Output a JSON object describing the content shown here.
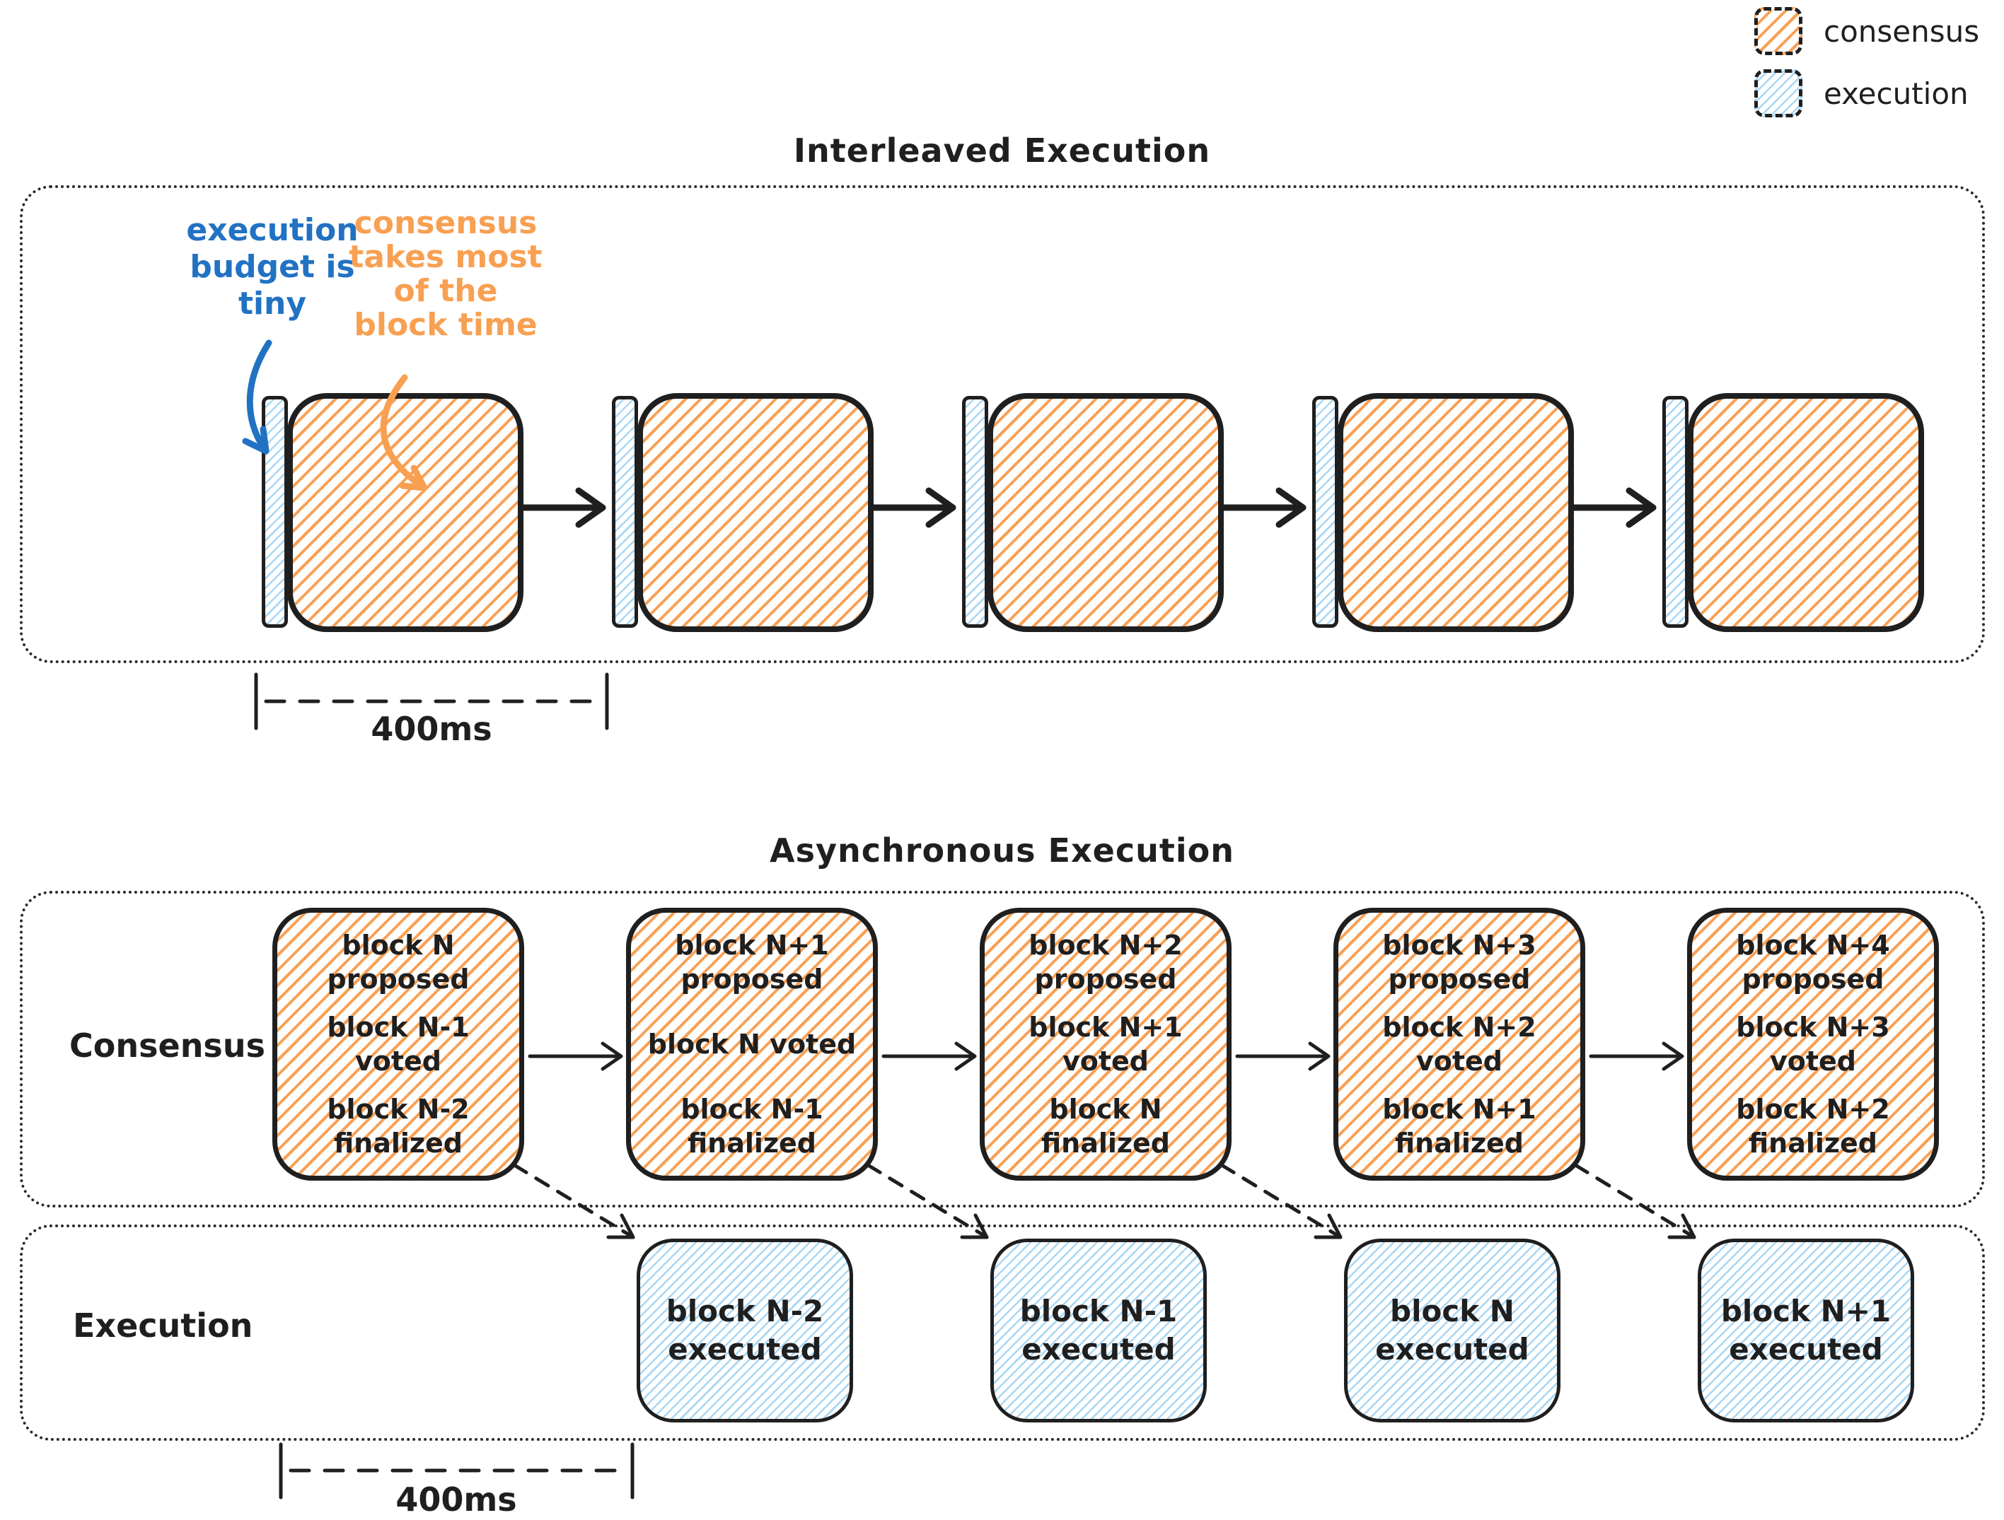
{
  "legend": {
    "consensus_label": "consensus",
    "execution_label": "execution"
  },
  "colors": {
    "ink": "#1f1f1f",
    "consensus_orange": "#f8a055",
    "execution_blue": "#a9d7f5",
    "annotation_blue": "#2272c3",
    "annotation_orange": "#f8a052"
  },
  "interleaved": {
    "title": "Interleaved Execution",
    "execution_note": "execution\nbudget is\ntiny",
    "consensus_note": "consensus\ntakes most\nof the\nblock time",
    "ruler_label": "400ms"
  },
  "asynchronous": {
    "title": "Asynchronous Execution",
    "consensus_row_label": "Consensus",
    "execution_row_label": "Execution",
    "ruler_label": "400ms",
    "consensus_boxes": [
      {
        "line1": "block N\nproposed",
        "line2": "block N-1 voted",
        "line3": "block N-2\nfinalized"
      },
      {
        "line1": "block N+1\nproposed",
        "line2": "block N voted",
        "line3": "block N-1\nfinalized"
      },
      {
        "line1": "block N+2\nproposed",
        "line2": "block N+1 voted",
        "line3": "block N\nfinalized"
      },
      {
        "line1": "block N+3\nproposed",
        "line2": "block N+2 voted",
        "line3": "block N+1\nfinalized"
      },
      {
        "line1": "block N+4\nproposed",
        "line2": "block N+3 voted",
        "line3": "block N+2\nfinalized"
      }
    ],
    "execution_boxes": [
      {
        "label": "block N-2\nexecuted"
      },
      {
        "label": "block N-1\nexecuted"
      },
      {
        "label": "block N\nexecuted"
      },
      {
        "label": "block N+1\nexecuted"
      }
    ]
  }
}
